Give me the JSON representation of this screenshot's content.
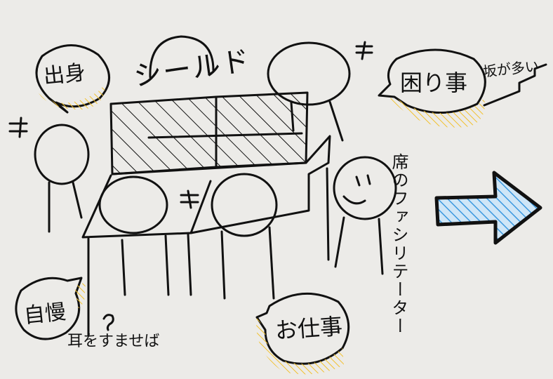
{
  "labels": {
    "shield": "シールド",
    "shutsushin": "出身",
    "komari": "困り事",
    "saka": "坂が多い",
    "jiman": "自慢",
    "mimi": "耳をすませば",
    "oshigoto": "お仕事",
    "facilitator": "席のファシリテーター"
  },
  "colors": {
    "ink": "#111111",
    "highlight_yellow": "#f2c12e",
    "arrow_blue": "#4aa8e8",
    "paper": "#ecebe8"
  }
}
